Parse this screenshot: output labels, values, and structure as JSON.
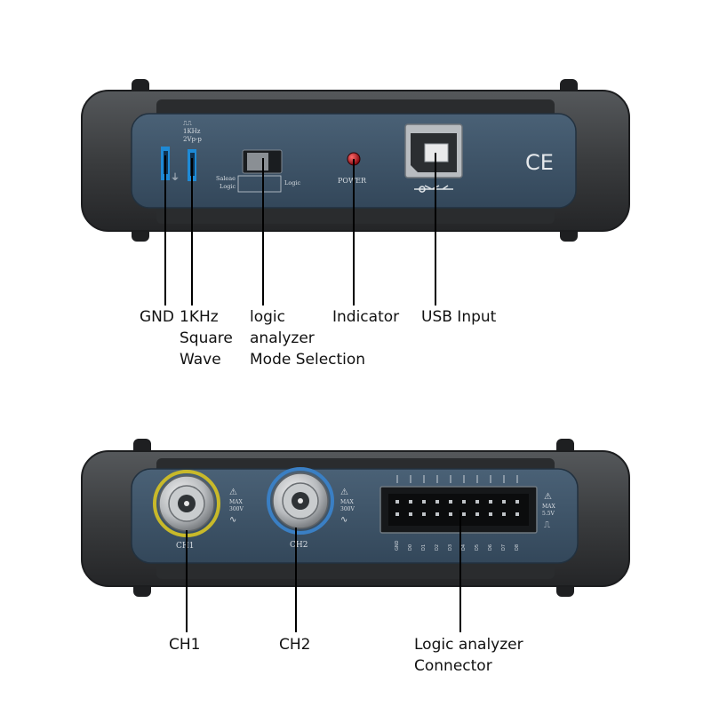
{
  "colors": {
    "rubber": "#3a3c3e",
    "rubber_edge": "#1c1d1f",
    "panel": "#3c5266",
    "panel_dark": "#2a3a49",
    "leader": "#000000",
    "led": "#c0101a",
    "ch1_ring": "#c8b92a",
    "ch2_ring": "#3a7fc4",
    "jack_blue": "#1e8ad6"
  },
  "top_panel": {
    "freq_label": "1KHz",
    "amp_label": "2Vp-p",
    "switch_left_label_1": "Saleae",
    "switch_left_label_2": "Logic",
    "switch_right_label": "Logic",
    "power_label": "POWER",
    "ce_mark": "CE"
  },
  "bottom_panel": {
    "ch1_label": "CH1",
    "ch2_label": "CH2",
    "ch_max_1": "MAX",
    "ch_max_2": "300V",
    "la_max_1": "MAX",
    "la_max_2": "5.5V",
    "pin_labels": [
      "GND",
      "D0",
      "D1",
      "D2",
      "D3",
      "D4",
      "D5",
      "D6",
      "D7",
      "D8"
    ]
  },
  "callouts": {
    "gnd": "GND",
    "square_wave": "1KHz\nSquare\nWave",
    "logic_mode": "logic\nanalyzer\nMode Selection",
    "indicator": "Indicator",
    "usb": "USB Input",
    "ch1": "CH1",
    "ch2": "CH2",
    "la_connector": "Logic analyzer\nConnector"
  }
}
